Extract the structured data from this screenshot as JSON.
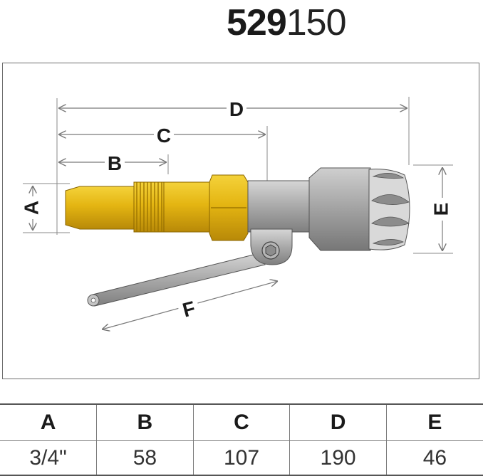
{
  "title": {
    "code_bold": "529",
    "code_light": "150"
  },
  "labels": {
    "A": "A",
    "B": "B",
    "C": "C",
    "D": "D",
    "E": "E",
    "F": "F"
  },
  "table": {
    "headers": [
      "A",
      "B",
      "C",
      "D",
      "E"
    ],
    "values": [
      "3/4\"",
      "58",
      "107",
      "190",
      "46"
    ]
  }
}
